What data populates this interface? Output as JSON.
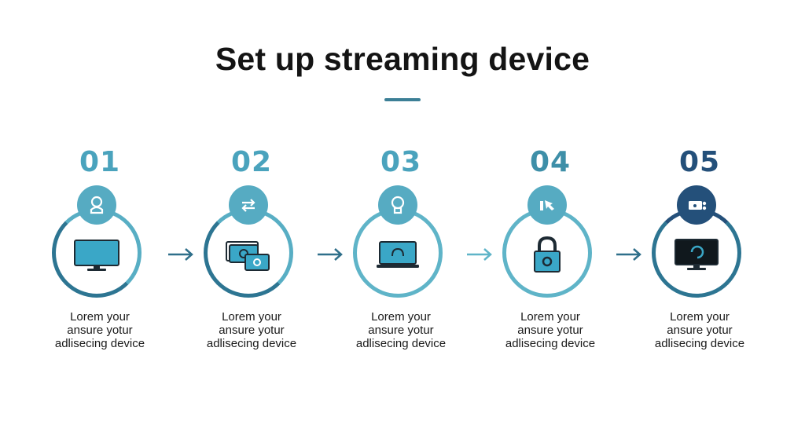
{
  "title": "Set up streaming device",
  "accent_colors": {
    "light": "#5fb4c8",
    "mid": "#3e8fa8",
    "dark": "#1f5f82",
    "navy": "#24507a"
  },
  "steps": [
    {
      "number": "01",
      "badge_icon": "person-icon",
      "device_icon": "tv-monitor-icon",
      "lines": [
        "Lorem your",
        "ansure yotur",
        "adlisecing device"
      ]
    },
    {
      "number": "02",
      "badge_icon": "sync-arrows-icon",
      "device_icon": "streaming-box-icon",
      "lines": [
        "Lorem your",
        "ansure yotur",
        "adlisecing device"
      ]
    },
    {
      "number": "03",
      "badge_icon": "lightbulb-icon",
      "device_icon": "laptop-icon",
      "lines": [
        "Lorem your",
        "ansure yotur",
        "adlisecing device"
      ]
    },
    {
      "number": "04",
      "badge_icon": "hand-pointer-icon",
      "device_icon": "padlock-icon",
      "lines": [
        "Lorem your",
        "ansure yotur",
        "adlisecing device"
      ]
    },
    {
      "number": "05",
      "badge_icon": "projector-icon",
      "device_icon": "monitor-play-icon",
      "lines": [
        "Lorem your",
        "ansure yotur",
        "adlisecing device"
      ]
    }
  ]
}
